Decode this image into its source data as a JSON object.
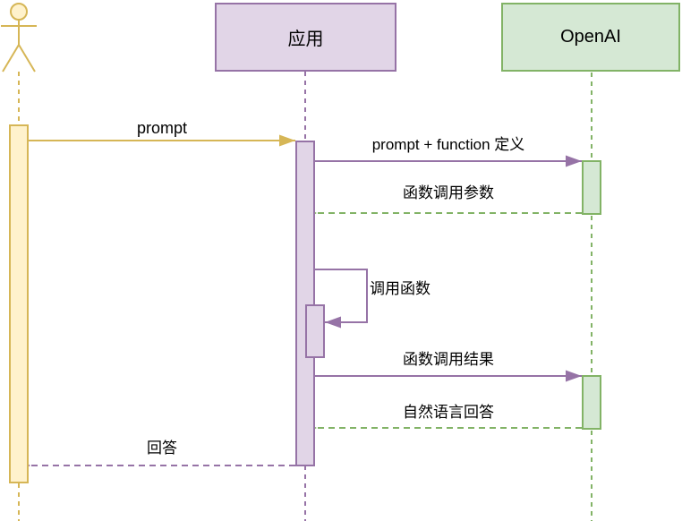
{
  "diagram": {
    "type": "uml-sequence",
    "participants": [
      {
        "id": "actor",
        "kind": "actor"
      },
      {
        "id": "app",
        "kind": "lifeline-box",
        "label": "应用"
      },
      {
        "id": "openai",
        "kind": "lifeline-box",
        "label": "OpenAI"
      }
    ],
    "messages": [
      {
        "label": "prompt",
        "from": "actor",
        "to": "app",
        "line": "solid",
        "arrowhead": "filled"
      },
      {
        "label": "prompt + function 定义",
        "from": "app",
        "to": "openai",
        "line": "solid",
        "arrowhead": "filled"
      },
      {
        "label": "函数调用参数",
        "from": "openai",
        "to": "app",
        "line": "dashed",
        "arrowhead": "open"
      },
      {
        "label": "调用函数",
        "from": "app",
        "to": "app",
        "line": "solid",
        "arrowhead": "filled"
      },
      {
        "label": "函数调用结果",
        "from": "app",
        "to": "openai",
        "line": "solid",
        "arrowhead": "filled"
      },
      {
        "label": "自然语言回答",
        "from": "openai",
        "to": "app",
        "line": "dashed",
        "arrowhead": "open"
      },
      {
        "label": "回答",
        "from": "app",
        "to": "actor",
        "line": "dashed",
        "arrowhead": "open"
      }
    ],
    "colors": {
      "actor_stroke": "#d6b656",
      "actor_fill": "#fff2cc",
      "app_stroke": "#9673a6",
      "app_fill": "#e1d5e7",
      "openai_stroke": "#82b366",
      "openai_fill": "#d5e8d4",
      "label_text": "#000000",
      "background": "#ffffff"
    }
  }
}
